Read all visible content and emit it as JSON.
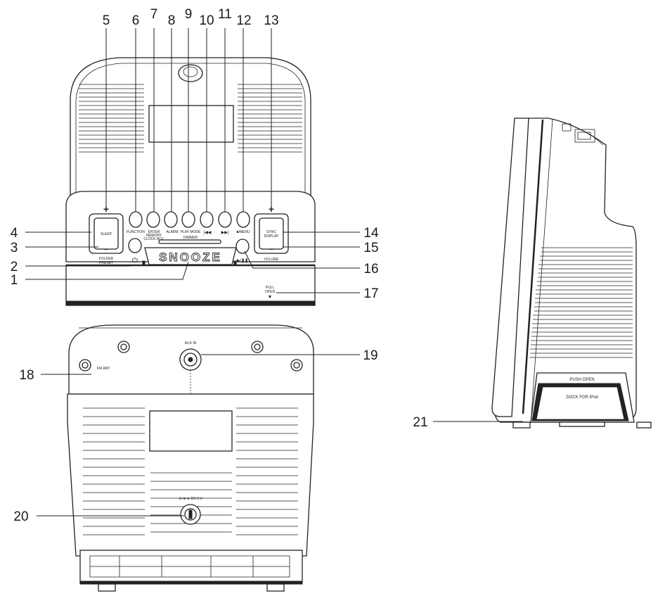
{
  "callouts": [
    {
      "id": "1",
      "label": "1"
    },
    {
      "id": "2",
      "label": "2"
    },
    {
      "id": "3",
      "label": "3"
    },
    {
      "id": "4",
      "label": "4"
    },
    {
      "id": "5",
      "label": "5"
    },
    {
      "id": "6",
      "label": "6"
    },
    {
      "id": "7",
      "label": "7"
    },
    {
      "id": "8",
      "label": "8"
    },
    {
      "id": "9",
      "label": "9"
    },
    {
      "id": "10",
      "label": "10"
    },
    {
      "id": "11",
      "label": "11"
    },
    {
      "id": "12",
      "label": "12"
    },
    {
      "id": "13",
      "label": "13"
    },
    {
      "id": "14",
      "label": "14"
    },
    {
      "id": "15",
      "label": "15"
    },
    {
      "id": "16",
      "label": "16"
    },
    {
      "id": "17",
      "label": "17"
    },
    {
      "id": "18",
      "label": "18"
    },
    {
      "id": "19",
      "label": "19"
    },
    {
      "id": "20",
      "label": "20"
    },
    {
      "id": "21",
      "label": "21"
    }
  ],
  "front_view": {
    "sleep": "SLEEP",
    "folder": "FOLDER",
    "preset": "PRESET",
    "function": "FUNCTION",
    "enter": "ENTER",
    "memory": "MEMORY",
    "clock_adj": "CLOCK ADJ.",
    "alarm": "ALARM",
    "play_mode": "PLAY MODE",
    "stop_menu": "■/MENU",
    "prev": "|◀◀",
    "next": "▶▶|",
    "sync": "SYNC",
    "display": "DISPLAY",
    "volume": "VOLUME",
    "dimmer": "DIMMER",
    "snooze": "SNOOZE",
    "play_pause": "▶/❚❚",
    "power": "⏻",
    "pull": "PULL",
    "open": "OPEN",
    "pull_arrow": "▼",
    "plus": "+",
    "minus": "−"
  },
  "back_view": {
    "aux_in": "AUX IN",
    "fm_ant": "FM ANT.",
    "dc_in": "⊖-⊕-⊕ DC 6 V"
  },
  "side_view": {
    "push_open": "PUSH OPEN",
    "dock": "DOCK FOR iPod"
  }
}
